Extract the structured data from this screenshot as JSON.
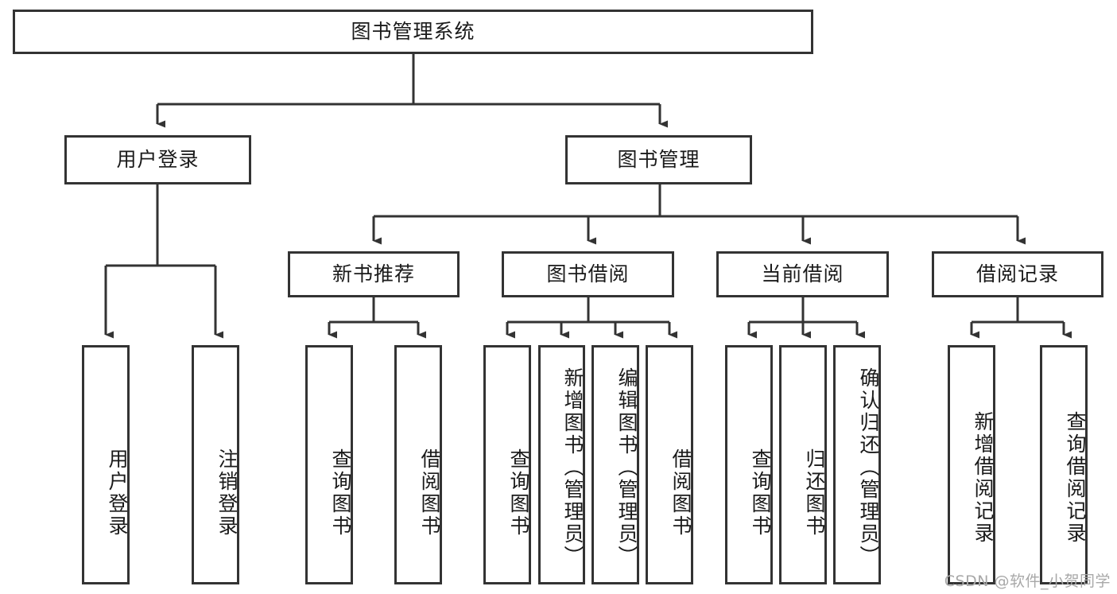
{
  "diagram": {
    "title": "图书管理系统",
    "type": "tree-hierarchy",
    "root": {
      "id": "root",
      "label": "图书管理系统"
    },
    "level2": [
      {
        "id": "user-login",
        "label": "用户登录"
      },
      {
        "id": "book-management",
        "label": "图书管理"
      }
    ],
    "level3": [
      {
        "id": "new-book-recommend",
        "label": "新书推荐"
      },
      {
        "id": "book-borrow",
        "label": "图书借阅"
      },
      {
        "id": "current-borrow",
        "label": "当前借阅"
      },
      {
        "id": "borrow-record",
        "label": "借阅记录"
      }
    ],
    "leaves": {
      "user_login": [
        {
          "id": "leaf-user-login",
          "label": "用户登录"
        },
        {
          "id": "leaf-logout-login",
          "label": "注销登录"
        }
      ],
      "new_book_recommend": [
        {
          "id": "leaf-query-book-1",
          "label": "查询图书"
        },
        {
          "id": "leaf-borrow-book-1",
          "label": "借阅图书"
        }
      ],
      "book_borrow": [
        {
          "id": "leaf-query-book-2",
          "label": "查询图书"
        },
        {
          "id": "leaf-add-book",
          "label": "新增图书（管理员）"
        },
        {
          "id": "leaf-edit-book",
          "label": "编辑图书（管理员）"
        },
        {
          "id": "leaf-borrow-book-2",
          "label": "借阅图书"
        }
      ],
      "current_borrow": [
        {
          "id": "leaf-query-book-3",
          "label": "查询图书"
        },
        {
          "id": "leaf-return-book",
          "label": "归还图书"
        },
        {
          "id": "leaf-confirm-return",
          "label": "确认归还（管理员）"
        }
      ],
      "borrow_record": [
        {
          "id": "leaf-add-record",
          "label": "新增借阅记录"
        },
        {
          "id": "leaf-query-record",
          "label": "查询借阅记录"
        }
      ]
    },
    "colors": {
      "stroke": "#333333",
      "fill": "#ffffff",
      "text": "#1a1a1a",
      "watermark": "#a8a8a8"
    }
  },
  "watermark": {
    "text": "CSDN @软件_小贺同学"
  }
}
